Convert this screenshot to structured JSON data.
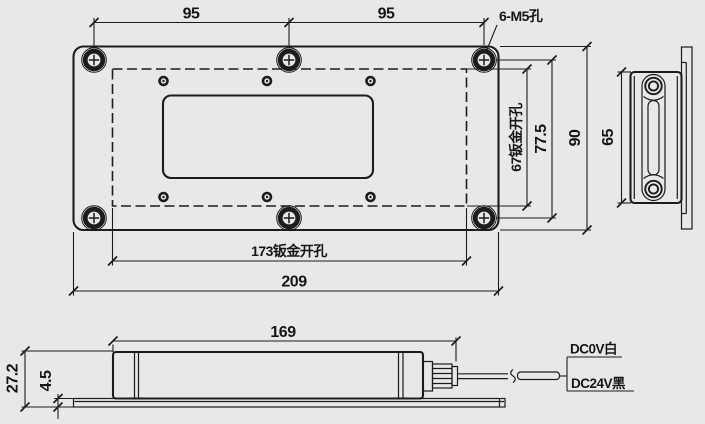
{
  "colors": {
    "background": "#e8e8e8",
    "line": "#1c1c1c"
  },
  "front_view": {
    "dim_hole_pitch_left": "95",
    "dim_hole_pitch_right": "95",
    "screw_hole_label": "6-M5孔",
    "dim_cutout_height": "67钣金开孔",
    "dim_hole_pitch_vertical": "77.5",
    "dim_panel_height": "90",
    "dim_cutout_width": "173钣金开孔",
    "dim_panel_width": "209"
  },
  "side_view": {
    "dim_body_height": "65"
  },
  "bottom_view": {
    "dim_body_length": "169",
    "dim_overall_depth": "27.2",
    "dim_flange_depth": "4.5",
    "wire_label_top": "DC0V白",
    "wire_label_bottom": "DC24V黑"
  }
}
